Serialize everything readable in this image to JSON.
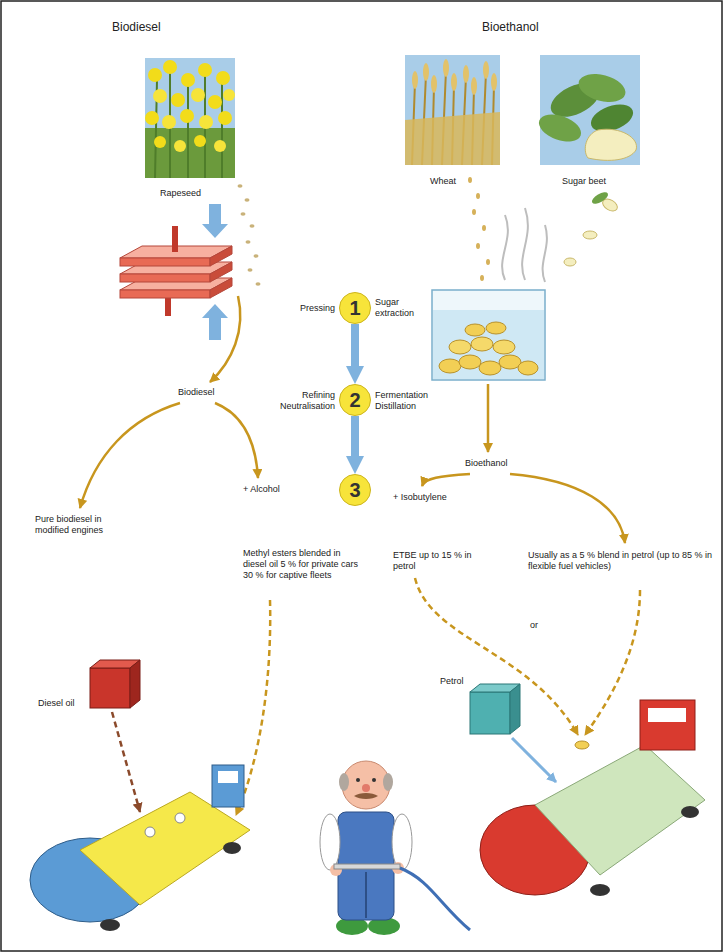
{
  "diagram": {
    "nodes": [
      {
        "text": [
          "1"
        ]
      },
      {
        "text": [
          "2"
        ]
      },
      {
        "text": [
          "3"
        ]
      }
    ],
    "edges": [
      {
        "from": 0,
        "to": 1,
        "arrow": "to"
      },
      {
        "from": 1,
        "to": 2,
        "arrow": "to"
      }
    ],
    "labels": [
      "Biodiesel",
      "Bioethanol",
      "Rapeseed",
      "Wheat",
      "Sugar beet",
      "Pressing",
      "Sugar extraction",
      "Refining Neutralisation",
      "Fermentation Distillation",
      "Biodiesel",
      "Bioethanol",
      "Pure biodiesel in modified engines",
      "+ Alcohol",
      "Methyl esters blended in diesel oil 5 % for private cars 30 % for captive fleets",
      "+ Isobutylene",
      "ETBE up to 15 % in petrol",
      "Usually as a 5 % blend in petrol (up to 85 % in flexible fuel vehicles)",
      "or",
      "Diesel oil",
      "Petrol"
    ]
  }
}
